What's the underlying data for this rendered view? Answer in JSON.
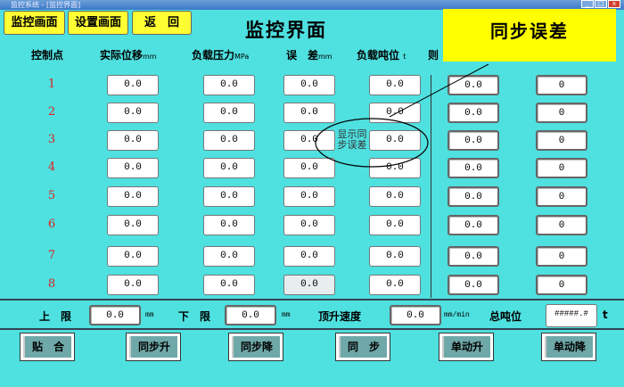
{
  "window": {
    "title": "监控系统 - [监控界面]",
    "min": "_",
    "max": "□",
    "close": "x"
  },
  "nav": {
    "monitor": "监控画面",
    "settings": "设置画面",
    "back": "返　回"
  },
  "page_title": "监控界面",
  "note": {
    "title": "同步误差",
    "annotation": "显示同步误差"
  },
  "headers": {
    "point": "控制点",
    "disp": "实际位移",
    "disp_unit": "mm",
    "pressure": "负载压力",
    "pressure_unit": "MPa",
    "error": "误　差",
    "error_unit": "mm",
    "load": "负载吨位",
    "load_unit": "t",
    "col5": "则"
  },
  "rows": [
    {
      "id": "1",
      "disp": "0.0",
      "pressure": "0.0",
      "error": "0.0",
      "load": "0.0",
      "c5": "0.0",
      "c6": "0"
    },
    {
      "id": "2",
      "disp": "0.0",
      "pressure": "0.0",
      "error": "0.0",
      "load": "0.0",
      "c5": "0.0",
      "c6": "0"
    },
    {
      "id": "3",
      "disp": "0.0",
      "pressure": "0.0",
      "error": "0.0",
      "load": "0.0",
      "c5": "0.0",
      "c6": "0"
    },
    {
      "id": "4",
      "disp": "0.0",
      "pressure": "0.0",
      "error": "0.0",
      "load": "0.0",
      "c5": "0.0",
      "c6": "0"
    },
    {
      "id": "5",
      "disp": "0.0",
      "pressure": "0.0",
      "error": "0.0",
      "load": "0.0",
      "c5": "0.0",
      "c6": "0"
    },
    {
      "id": "6",
      "disp": "0.0",
      "pressure": "0.0",
      "error": "0.0",
      "load": "0.0",
      "c5": "0.0",
      "c6": "0"
    },
    {
      "id": "7",
      "disp": "0.0",
      "pressure": "0.0",
      "error": "0.0",
      "load": "0.0",
      "c5": "0.0",
      "c6": "0"
    },
    {
      "id": "8",
      "disp": "0.0",
      "pressure": "0.0",
      "error": "0.0",
      "load": "0.0",
      "c5": "0.0",
      "c6": "0"
    }
  ],
  "limits": {
    "upper_label": "上　限",
    "upper": "0.0",
    "upper_unit": "mm",
    "lower_label": "下　限",
    "lower": "0.0",
    "lower_unit": "mm",
    "speed_label": "顶升速度",
    "speed": "0.0",
    "speed_unit": "mm/min",
    "total_label": "总吨位",
    "total": "#####.#",
    "total_unit": "t"
  },
  "actions": [
    "贴　合",
    "同步升",
    "同步降",
    "同　步",
    "单动升",
    "单动降"
  ]
}
